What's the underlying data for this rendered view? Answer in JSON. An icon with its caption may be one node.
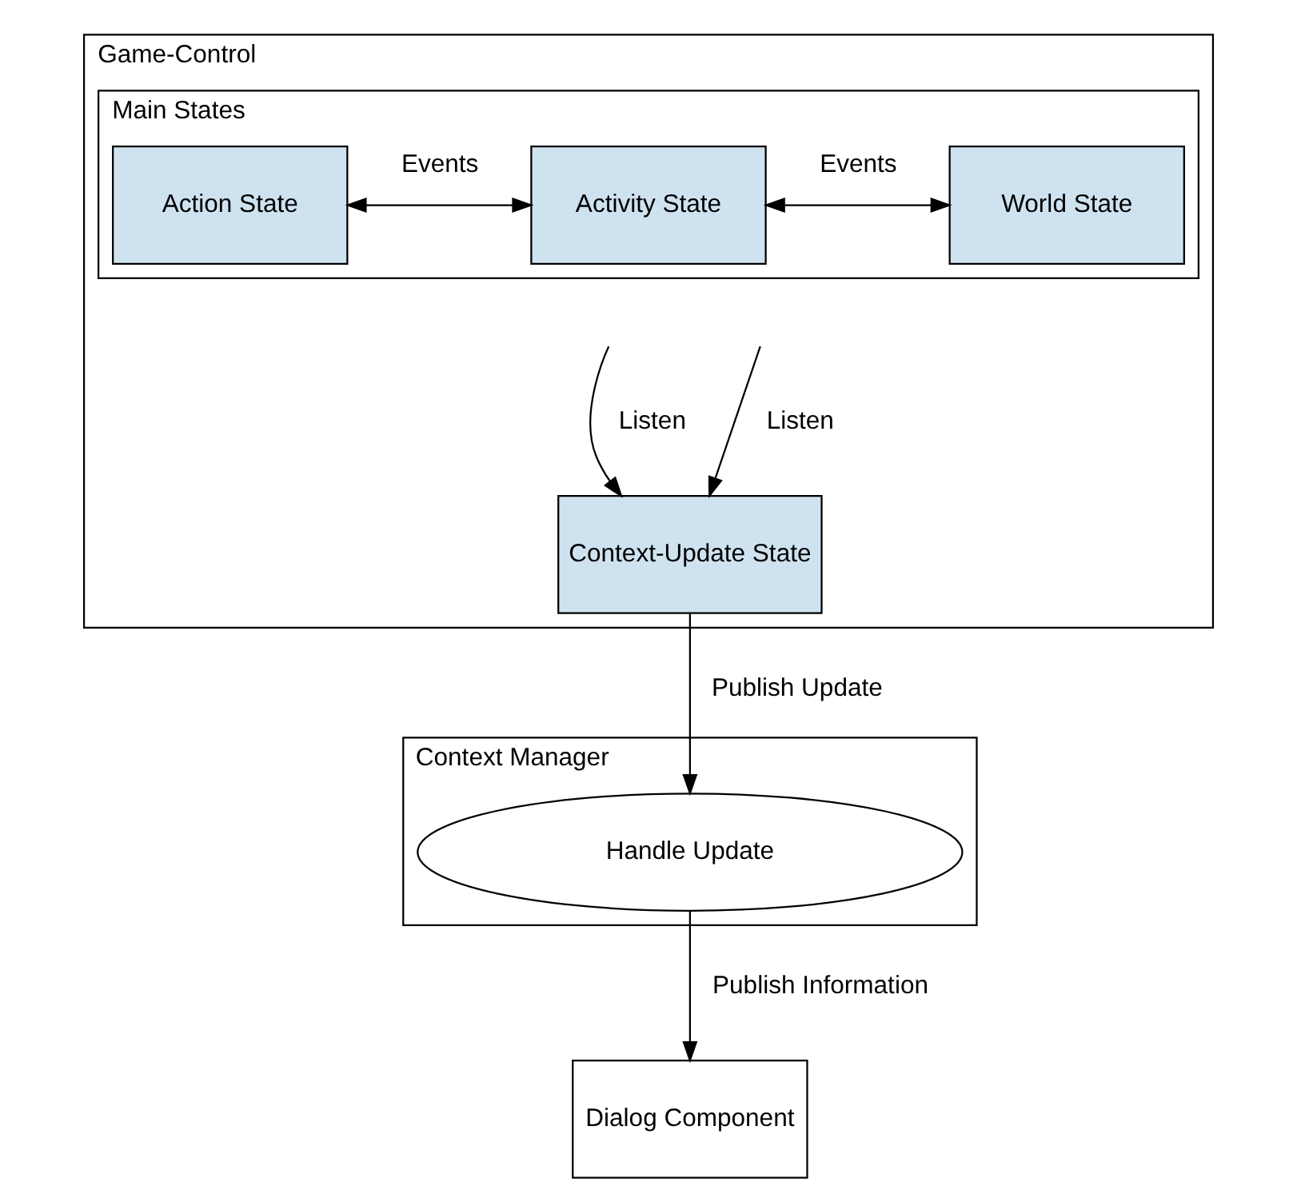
{
  "diagram": {
    "nodes": [
      {
        "text": [
          "Game-Control"
        ]
      },
      {
        "text": [
          "Main States"
        ],
        "in": 0
      },
      {
        "text": [
          "Action State"
        ],
        "in": 1
      },
      {
        "text": [
          "Activity State"
        ],
        "in": 1
      },
      {
        "text": [
          "World State"
        ],
        "in": 1
      },
      {
        "text": [
          "Context-Update State"
        ],
        "in": 0
      },
      {
        "text": [
          "Context Manager"
        ]
      },
      {
        "text": [
          "Handle Update"
        ],
        "in": 6
      },
      {
        "text": [
          "Dialog Component"
        ]
      }
    ],
    "edges": [
      {
        "from": 2,
        "to": 3,
        "arrow": "both",
        "label": "Events"
      },
      {
        "from": 3,
        "to": 4,
        "arrow": "both",
        "label": "Events"
      },
      {
        "from": null,
        "to": 5,
        "arrow": "to",
        "label": "Listen"
      },
      {
        "from": null,
        "to": 5,
        "arrow": "to",
        "label": "Listen"
      },
      {
        "from": 5,
        "to": 7,
        "arrow": "to",
        "label": "Publish Update"
      },
      {
        "from": 7,
        "to": 8,
        "arrow": "to",
        "label": "Publish Information"
      }
    ]
  }
}
